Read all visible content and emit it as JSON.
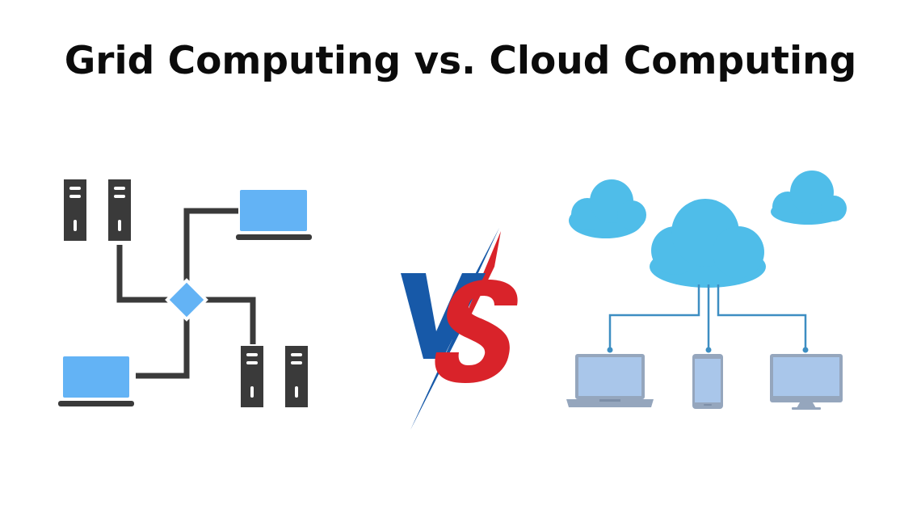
{
  "title": "Grid Computing vs. Cloud Computing",
  "vs_mark": {
    "v": "V",
    "s": "S"
  },
  "colors": {
    "server": "#3a3a3a",
    "grid_screen": "#63b3f5",
    "line": "#3a3a3a",
    "vs_blue": "#1759a8",
    "vs_red": "#d9232a",
    "cloud": "#4fbde9",
    "cloud_link": "#3d8ec2",
    "device_screen": "#a9c6ea",
    "device_frame": "#95a6bd"
  },
  "icons": {
    "grid_side": [
      "server-icon",
      "server-icon",
      "laptop-icon",
      "hub-diamond-icon",
      "laptop-icon",
      "server-icon",
      "server-icon"
    ],
    "cloud_side": [
      "cloud-icon",
      "cloud-icon",
      "cloud-icon",
      "laptop-icon",
      "tablet-icon",
      "monitor-icon"
    ]
  }
}
